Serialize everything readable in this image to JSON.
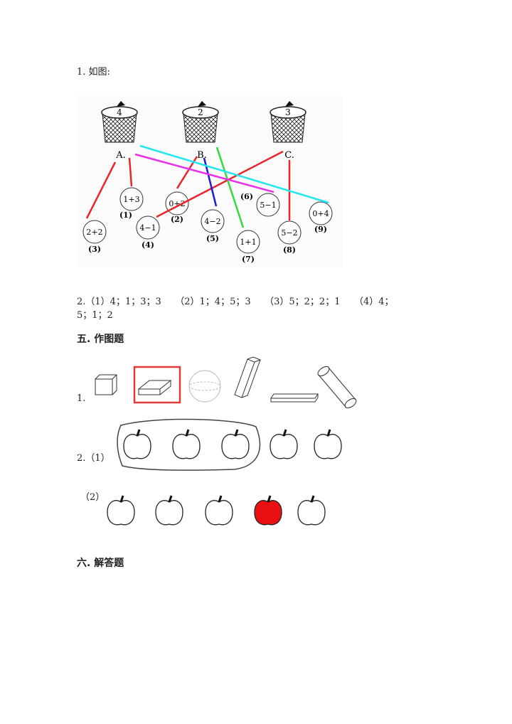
{
  "q1": {
    "label": "1. 如图:"
  },
  "diagram": {
    "baskets": [
      {
        "number": "4",
        "letter": "A."
      },
      {
        "number": "2",
        "letter": "B."
      },
      {
        "number": "3",
        "letter": "C."
      }
    ],
    "items": [
      {
        "expr": "1+3",
        "tag": "(1)"
      },
      {
        "expr": "0+2",
        "tag": "(2)"
      },
      {
        "expr": "2+2",
        "tag": "(3)"
      },
      {
        "expr": "4−1",
        "tag": "(4)"
      },
      {
        "expr": "4−2",
        "tag": "(5)"
      },
      {
        "expr": "5−1",
        "tag": "(6)"
      },
      {
        "expr": "1+1",
        "tag": "(7)"
      },
      {
        "expr": "5−2",
        "tag": "(8)"
      },
      {
        "expr": "0+4",
        "tag": "(9)"
      }
    ],
    "line_colors": {
      "red": "#e8262a",
      "blue": "#1a1ad8",
      "green": "#36d83a",
      "magenta": "#e830e8",
      "cyan": "#22e6f0"
    }
  },
  "q2": {
    "line1": "2.（1）4；1；3；3　　（2）1；4；5；3　　（3）5；2；2；1　　（4）4；",
    "line2": "5；1；2"
  },
  "section5": {
    "title": "五. 作图题",
    "q1": "1.",
    "q2_1": "2.（1）",
    "q2_2": "（2）",
    "highlight_color": "#e03a3a",
    "apple_fill": "#e81010"
  },
  "section6": {
    "title": "六. 解答题"
  }
}
